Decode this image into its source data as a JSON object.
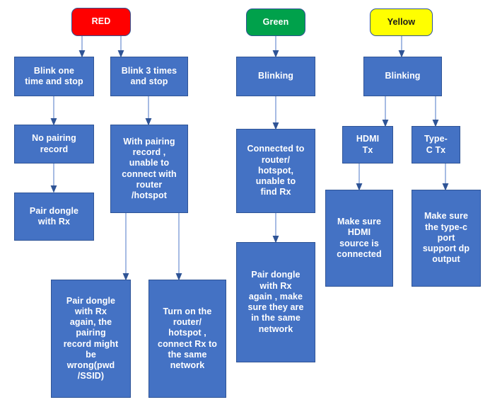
{
  "diagram": {
    "title": "LED status troubleshooting flowchart",
    "colors": {
      "process_fill": "#4472c4",
      "process_border": "#2f5496",
      "red_fill": "#ff0000",
      "green_fill": "#00a14b",
      "yellow_fill": "#ffff00",
      "connector": "#8faadc",
      "connector_dark": "#2f5496",
      "background": "#ffffff"
    },
    "branches": {
      "red": {
        "terminator": "RED",
        "left_path": {
          "step1": "Blink one\ntime and stop",
          "step2": "No pairing\nrecord",
          "step3": "Pair dongle\nwith Rx"
        },
        "right_path": {
          "step1": "Blink 3 times\nand stop",
          "step2": "With pairing\nrecord ,\nunable to\nconnect with\nrouter\n/hotspot",
          "outcome_left": "Pair dongle\nwith Rx\nagain, the\npairing\nrecord might\nbe\nwrong(pwd\n/SSID)",
          "outcome_right": "Turn on the\nrouter/\nhotspot ,\nconnect Rx to\nthe same\nnetwork"
        }
      },
      "green": {
        "terminator": "Green",
        "step1": "Blinking",
        "step2": "Connected to\nrouter/\nhotspot,\nunable to\nfind Rx",
        "step3": "Pair dongle\nwith Rx\nagain , make\nsure they are\nin the same\nnetwork"
      },
      "yellow": {
        "terminator": "Yellow",
        "step1": "Blinking",
        "left_path": {
          "step2": "HDMI\nTx",
          "step3": "Make sure\nHDMI\nsource is\nconnected"
        },
        "right_path": {
          "step2": "Type-\nC Tx",
          "step3": "Make sure\nthe type-c\nport\nsupport dp\noutput"
        }
      }
    }
  }
}
